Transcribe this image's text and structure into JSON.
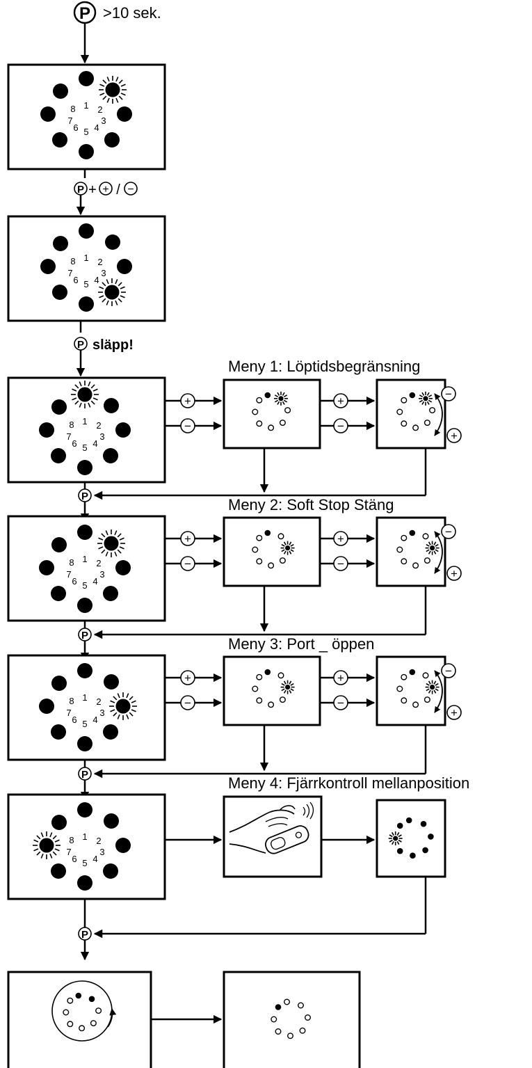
{
  "start": {
    "key": "P",
    "duration": ">10 sek."
  },
  "combo": {
    "p": "P",
    "plus": "+",
    "minus": "−",
    "slash": "/"
  },
  "release": {
    "p": "P",
    "text": "släpp!"
  },
  "menus": [
    {
      "title": "Meny 1: Löptidsbegränsning"
    },
    {
      "title": "Meny 2: Soft Stop Stäng"
    },
    {
      "title": "Meny 3: Port _ öppen"
    },
    {
      "title": "Meny 4: Fjärrkontroll mellanposition"
    }
  ],
  "led_numbers": [
    "1",
    "2",
    "3",
    "4",
    "5",
    "6",
    "7",
    "8"
  ],
  "symbols": {
    "plus": "+",
    "minus": "−",
    "p": "P"
  }
}
